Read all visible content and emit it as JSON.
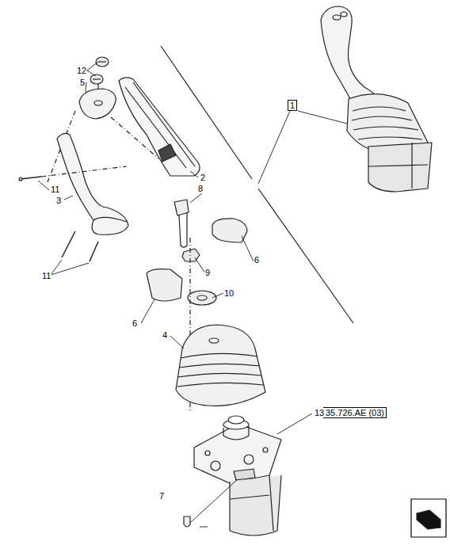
{
  "diagram": {
    "nodes": [
      {
        "text": [
          "1"
        ]
      },
      {
        "text": [
          "35.726.AE (03)"
        ]
      }
    ],
    "labels": [
      "12",
      "5",
      "2",
      "11",
      "3",
      "8",
      "6",
      "9",
      "11",
      "10",
      "6",
      "4",
      "13",
      "7"
    ]
  }
}
